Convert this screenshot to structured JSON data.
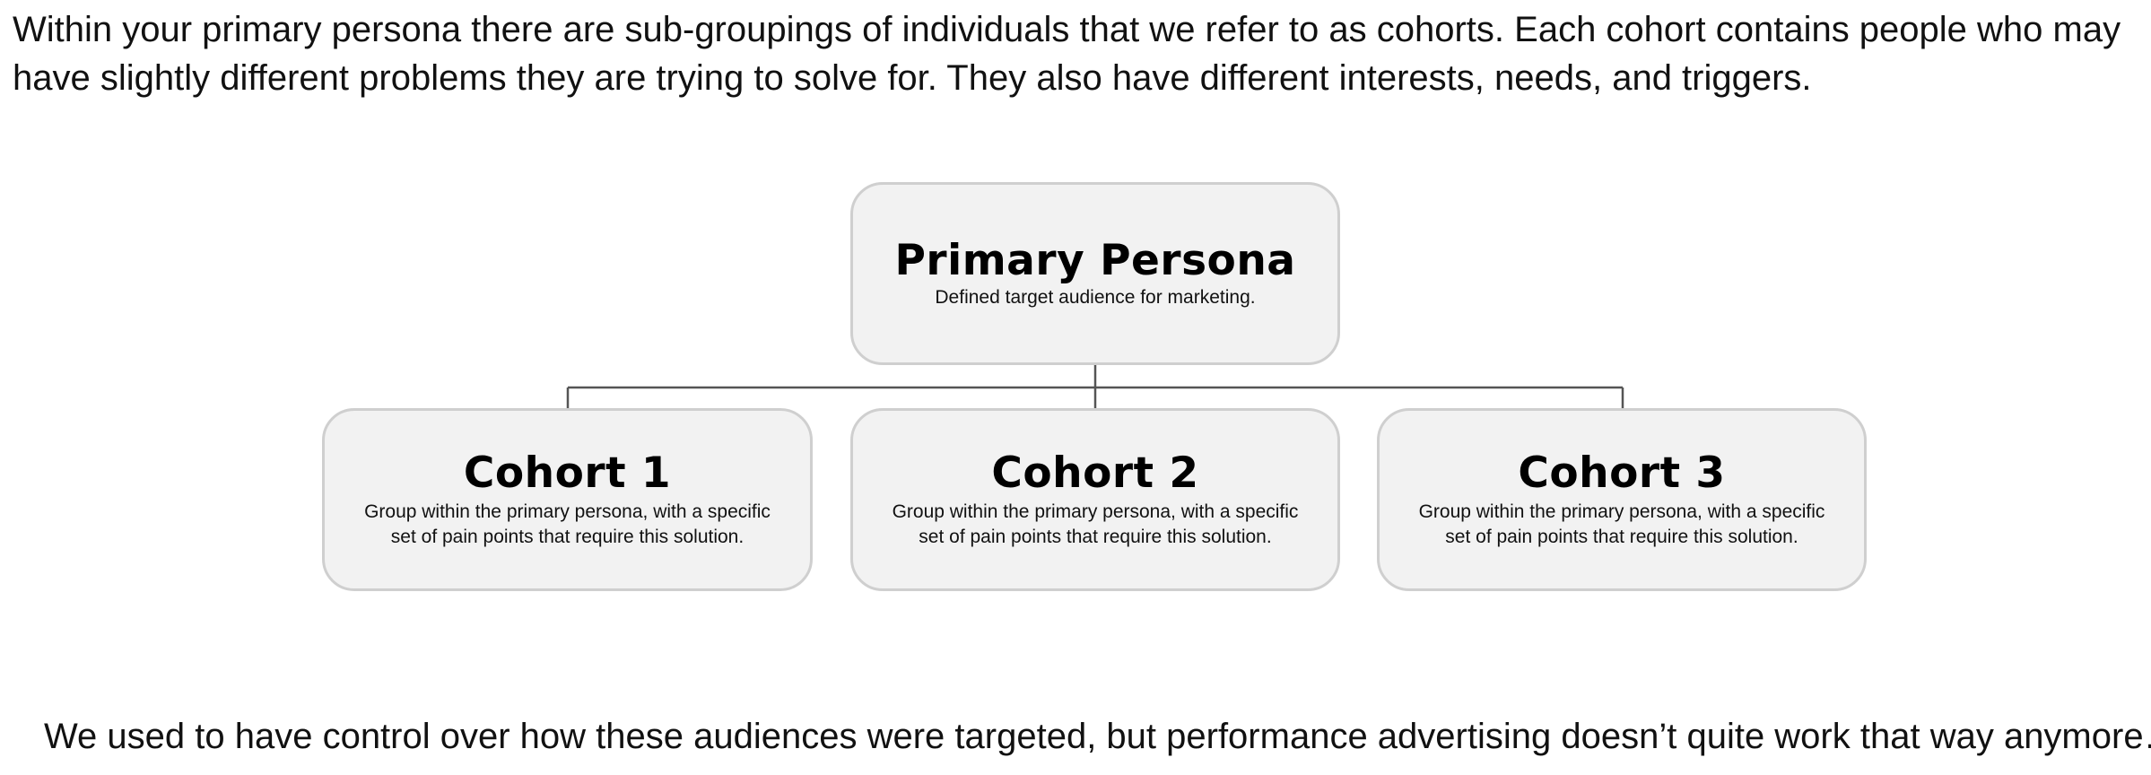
{
  "intro_text": "Within your primary persona there are sub-groupings of individuals that we refer to as cohorts. Each cohort contains people who may have slightly different problems they are trying to solve for. They also have different interests, needs, and triggers.",
  "diagram": {
    "root": {
      "title": "Primary Persona",
      "description": "Defined target audience for marketing."
    },
    "children": [
      {
        "title": "Cohort 1",
        "description": "Group within the primary persona, with a specific set of pain points that require this solution."
      },
      {
        "title": "Cohort 2",
        "description": "Group within the primary persona, with a specific set of pain points that require this solution."
      },
      {
        "title": "Cohort 3",
        "description": "Group within the primary persona, with a specific set of pain points that require this solution."
      }
    ],
    "colors": {
      "node_fill": "#f2f2f2",
      "node_border": "#cfcfcf",
      "connector": "#555555"
    }
  },
  "outro_text": "We used to have control over how these audiences were targeted, but performance advertising doesn’t quite work that way anymore…"
}
